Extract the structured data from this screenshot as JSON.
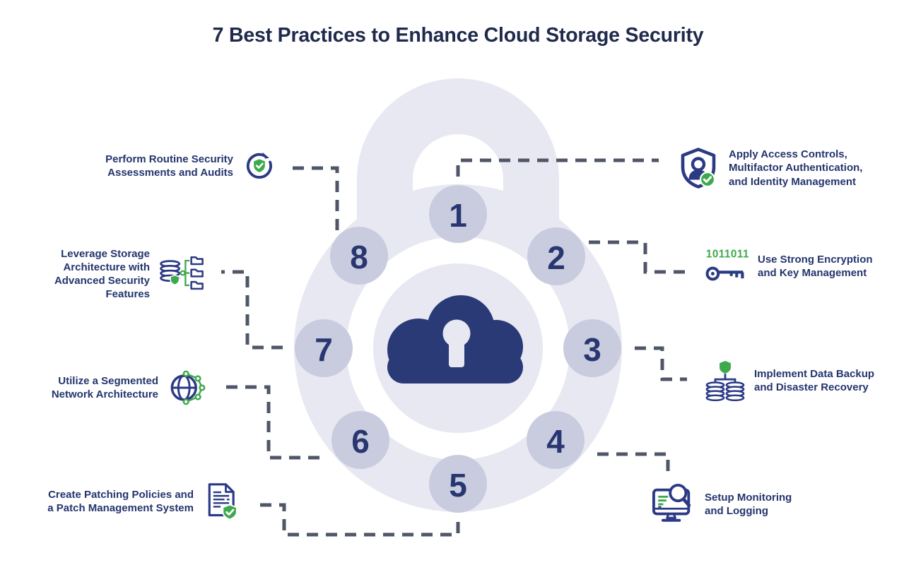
{
  "title": "7 Best Practices to Enhance Cloud Storage Security",
  "items": [
    {
      "step": "1",
      "label": "Apply Access Controls,\nMultifactor Authentication,\nand Identity Management",
      "icon": "shield-user-check-icon"
    },
    {
      "step": "2",
      "label": "Use Strong Encryption\nand Key Management",
      "code": "1011011",
      "icon": "encryption-key-icon"
    },
    {
      "step": "3",
      "label": "Implement Data Backup\nand Disaster Recovery",
      "icon": "data-backup-databases-icon"
    },
    {
      "step": "4",
      "label": "Setup Monitoring\nand Logging",
      "icon": "monitor-magnifier-icon"
    },
    {
      "step": "5",
      "label": "Create Patching Policies and\na Patch Management System",
      "icon": "patch-document-check-icon"
    },
    {
      "step": "6",
      "label": "Utilize a Segmented\nNetwork Architecture",
      "icon": "segmented-network-globe-icon"
    },
    {
      "step": "7",
      "label": "Leverage Storage\nArchitecture with\nAdvanced Security\nFeatures",
      "icon": "storage-architecture-icon"
    },
    {
      "step": "8",
      "label": "Perform Routine Security\nAssessments and Audits",
      "icon": "audit-cycle-shield-icon"
    }
  ],
  "colors": {
    "title": "#1F2A4C",
    "label_text": "#24356E",
    "icon_navy": "#2B3A85",
    "green": "#3EA94C",
    "lock_lavender": "#E7E8F2",
    "step_circle": "#C9CCDF",
    "step_number": "#283770",
    "cloud_navy": "#2A3A76",
    "dash_gray": "#4F5668"
  }
}
